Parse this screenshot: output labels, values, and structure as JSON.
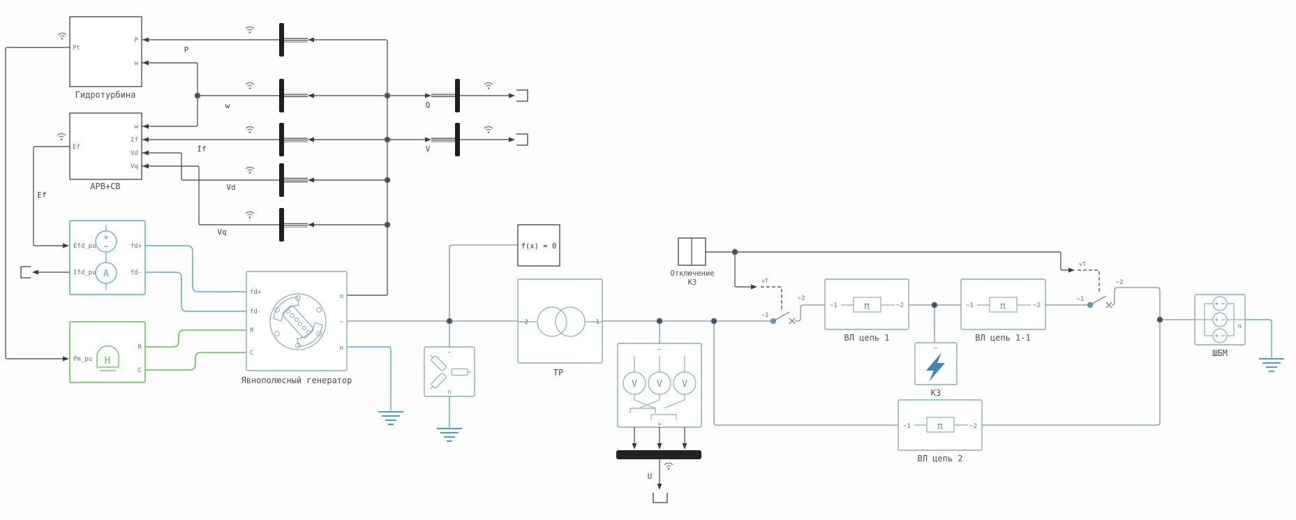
{
  "ports": {
    "pt": "Pt",
    "p": "P",
    "w": "w",
    "ef": "Ef",
    "if": "If",
    "vd": "Vd",
    "vq": "Vq",
    "efd": "Efd_pu",
    "ifd": "Ifd_pu",
    "fdp": "fd+",
    "fdm": "fd-",
    "r": "R",
    "c": "C",
    "pm": "Pm_pu",
    "ac": "~",
    "ac1": "~1",
    "ac2": "~2",
    "n": "n",
    "o": "o",
    "gt": ">"
  },
  "labels": {
    "hydro": "Гидротурбина",
    "avr": "АРВ+СВ",
    "generator": "Явнополюсный генератор",
    "transformer": "ТР",
    "trip_line1": "Отключение",
    "trip_line2": "КЗ",
    "line1": "ВЛ цепь 1",
    "line11": "ВЛ цепь 1-1",
    "line2": "ВЛ цепь 2",
    "fault": "КЗ",
    "bus": "ШБМ",
    "constraint": "f(x) = 0",
    "pi": "π",
    "volt": "V",
    "ammeter": "A",
    "mech_icon": "H"
  },
  "signals": {
    "p": "P",
    "w": "w",
    "if": "If",
    "vd": "Vd",
    "vq": "Vq",
    "ef": "Ef",
    "q": "Q",
    "v": "V",
    "u": "U",
    "vt": "vT"
  },
  "colors": {
    "power_wire": "#7296aa",
    "signal_wire": "#3d3d3d",
    "excitation": "#55aadd",
    "mechanical": "#5cc24e",
    "ground": "#56a8d8",
    "wireless": "#a0557f",
    "block_border": "#85aabe",
    "dark_border": "#4d4d4d",
    "fault_bolt": "#3f86b8"
  }
}
